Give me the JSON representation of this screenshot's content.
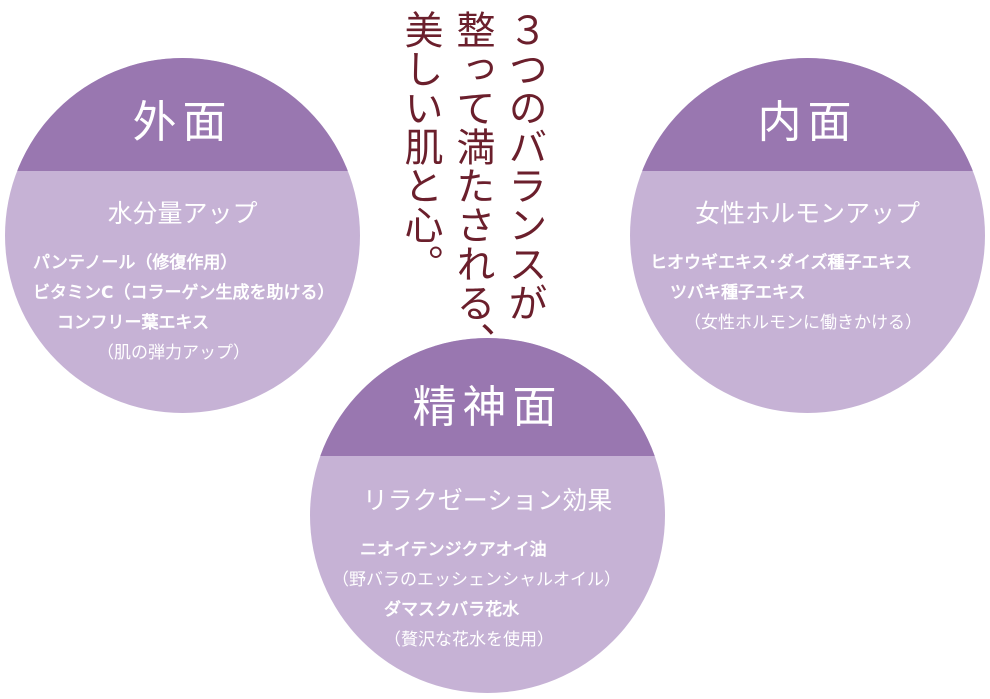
{
  "heading": {
    "lines": [
      "３つのバランスが",
      "整って満たされる、",
      "美しい肌と心。"
    ]
  },
  "colors": {
    "cap": "#9977b0",
    "body": "#c6b2d5",
    "heading": "#6b1f2c"
  },
  "outer": {
    "title": "外面",
    "subtitle": "水分量アップ",
    "lines": [
      "パンテノール（修復作用）",
      "ビタミンC（コラーゲン生成を助ける）",
      "コンフリー葉エキス",
      "（肌の弾力アップ）"
    ]
  },
  "inner": {
    "title": "内面",
    "subtitle": "女性ホルモンアップ",
    "lines": [
      "ヒオウギエキス･ダイズ種子エキス",
      "ツバキ種子エキス",
      "（女性ホルモンに働きかける）"
    ]
  },
  "mental": {
    "title": "精神面",
    "subtitle": "リラクゼーション効果",
    "lines": [
      "ニオイテンジクアオイ油",
      "（野バラのエッシェンシャルオイル）",
      "ダマスクバラ花水",
      "（贅沢な花水を使用）"
    ]
  }
}
